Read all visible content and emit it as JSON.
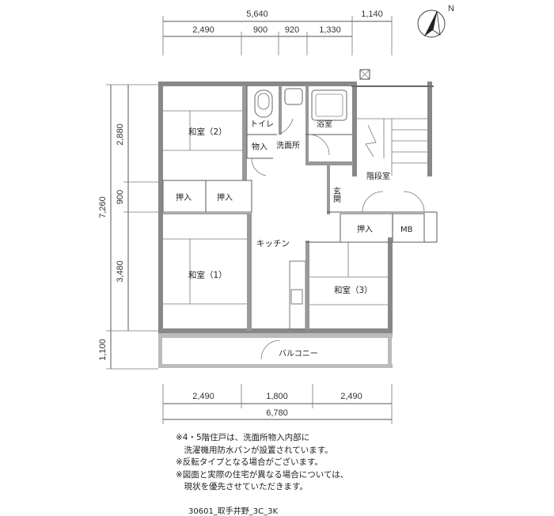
{
  "dimensions": {
    "top_total": "5,640",
    "top_extra": "1,140",
    "top_segments": [
      "2,490",
      "900",
      "920",
      "1,330"
    ],
    "left_total": "7,260",
    "left_segments": [
      "2,880",
      "900",
      "3,480"
    ],
    "left_balcony": "1,100",
    "bottom_segments": [
      "2,490",
      "1,800",
      "2,490"
    ],
    "bottom_total": "6,780"
  },
  "rooms": {
    "washitsu2": "和室（2）",
    "washitsu1": "和室（1）",
    "washitsu3": "和室（3）",
    "toilet": "トイレ",
    "storage": "物入",
    "washroom": "洗面所",
    "bath": "浴室",
    "entrance": "玄関",
    "stairs": "階段室",
    "closet_left_a": "押入",
    "closet_left_b": "押入",
    "closet_right": "押入",
    "mb": "MB",
    "kitchen": "キッチン",
    "balcony": "バルコニー"
  },
  "compass": {
    "label": "N"
  },
  "notes": [
    "※4・5階住戸は、洗面所物入内部に",
    "　洗濯機用防水パンが設置されています。",
    "※反転タイプとなる場合がございます。",
    "※図面と実際の住宅が異なる場合については、",
    "　現状を優先させていただきます。"
  ],
  "plan_code": "30601_取手井野_3C_3K"
}
